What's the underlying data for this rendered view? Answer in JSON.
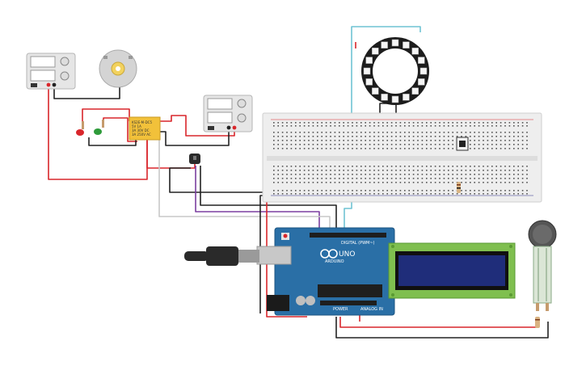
{
  "canvas": {
    "background": "#ffffff"
  },
  "colors": {
    "wire_red": "#d9262b",
    "wire_black": "#222222",
    "wire_cyan": "#6fc3d3",
    "wire_purple": "#7b3fa0",
    "wire_gray": "#c8c8c8",
    "wire_yellow": "#e3cf2a",
    "arduino_blue": "#2a6fa6",
    "breadboard": "#eeeeee",
    "lcd_green": "#7fbf4f",
    "lcd_screen": "#1f2d7a",
    "relay_yellow": "#f2c13a"
  },
  "components": {
    "power_supply_1": {
      "name": "power-supply",
      "icon": "power-supply-icon"
    },
    "power_supply_2": {
      "name": "power-supply",
      "icon": "power-supply-icon"
    },
    "dc_motor": {
      "name": "dc-motor",
      "icon": "motor-icon"
    },
    "relay": {
      "label_lines": [
        "KS2E-M-DC5",
        "5V 1A",
        "3A 30V DC",
        "3A 250V AC"
      ]
    },
    "leds": [
      {
        "color": "#d9262b"
      },
      {
        "color": "#2e9b3a"
      }
    ],
    "transistor": {
      "name": "npn-transistor"
    },
    "neopixel_ring": {
      "led_count": 16
    },
    "breadboard": {
      "name": "breadboard"
    },
    "pushbutton": {
      "name": "pushbutton"
    },
    "arduino": {
      "brand_text": "UNO",
      "sub_text": "ARDUINO",
      "digital_label": "DIGITAL (PWM~)",
      "analog_label": "ANALOG IN",
      "power_label": "POWER"
    },
    "lcd": {
      "name": "lcd-16x2"
    },
    "force_sensor": {
      "name": "force-sensitive-resistor"
    }
  }
}
